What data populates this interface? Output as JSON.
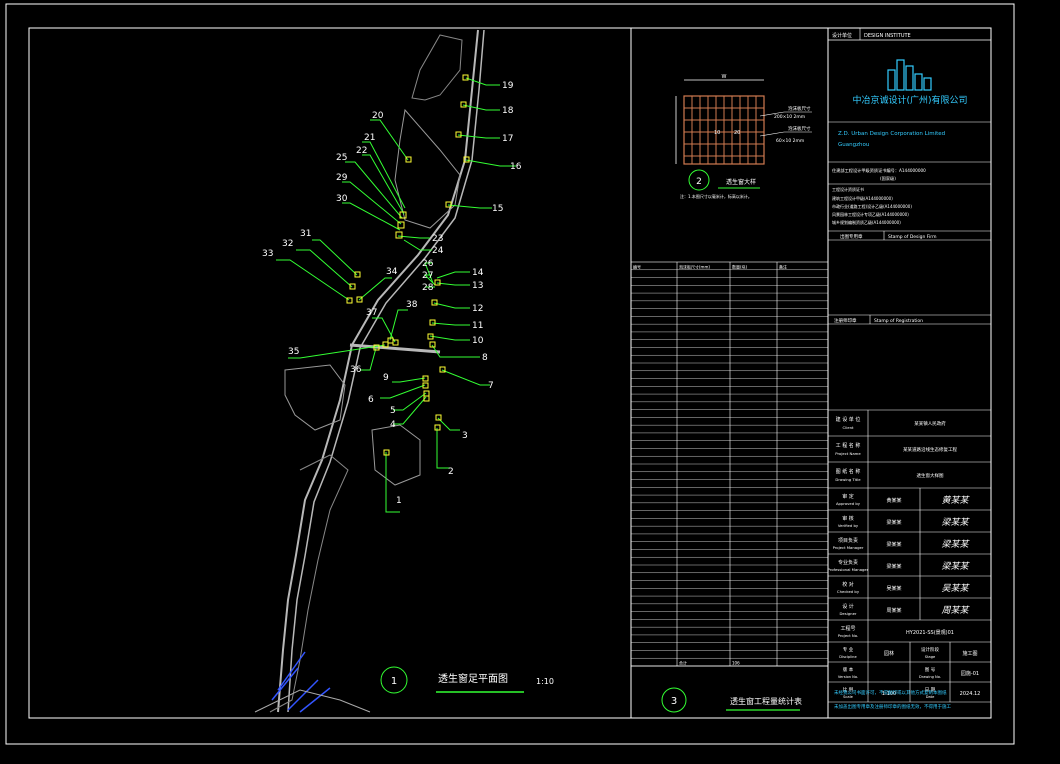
{
  "colors": {
    "background": "#000000",
    "frame": "#ffffff",
    "leader": "#33ff33",
    "marker": "#ffff33",
    "road": "#b8b8b8",
    "accent": "#33ccff",
    "table": "#ff5555",
    "water": "#3355ff"
  },
  "plan": {
    "number": "1",
    "title": "透生窗足平面图",
    "scale": "1:10",
    "labels": [
      "1",
      "2",
      "3",
      "4",
      "5",
      "6",
      "7",
      "8",
      "9",
      "10",
      "11",
      "12",
      "13",
      "14",
      "15",
      "16",
      "17",
      "18",
      "19",
      "20",
      "21",
      "22",
      "23",
      "24",
      "25",
      "26",
      "27",
      "28",
      "29",
      "30",
      "31",
      "32",
      "33",
      "34",
      "35",
      "36",
      "37",
      "38"
    ]
  },
  "detail": {
    "number": "2",
    "title": "透生窗大样",
    "dim_top": "W",
    "inner_labels": [
      "10",
      "20"
    ],
    "callout_1_line1": "泡沫板尺寸",
    "callout_1_line2": "200×10 2mm",
    "callout_2_line1": "泡沫板尺寸",
    "callout_2_line2": "60×10 2mm",
    "note": "注：1.本图尺寸以毫米计，标高以米计。"
  },
  "table_section": {
    "number": "3",
    "title": "透生窗工程量统计表",
    "headers": [
      "编号",
      "泡沫板尺寸(mm)",
      "数量(块)",
      "备注"
    ],
    "total_label": "合计",
    "total_value": "106"
  },
  "titleblock": {
    "header_cell": "设计单位",
    "header_value": "DESIGN INSTITUTE",
    "company_cn": "中冶京诚设计(广州)有限公司",
    "company_en_1": "Z.D. Urban Design Corporation Limited",
    "company_en_2": "Guangzhou",
    "cert_line1": "住建部工程设计甲级资质证书编号：A144000000",
    "cert_line2": "(国家级)",
    "cert_lines": [
      "工程设计资质证书",
      "建筑工程设计甲级(A144000000)",
      "市政行业(道路工程)设计乙级(A144000000)",
      "风景园林工程设计专项乙级(A144000000)",
      "城乡规划编制资质乙级(A144000000)"
    ],
    "stamp_design_label": "出图专用章",
    "stamp_design_en": "Stamp of Design Firm",
    "stamp_reg_label": "注册师印章",
    "stamp_reg_en": "Stamp of Registration",
    "rows": [
      {
        "cn": "建 设 单 位",
        "en": "Client",
        "value": "某某镇人民政府"
      },
      {
        "cn": "工 程 名 称",
        "en": "Project Name",
        "value": "某某道路沿线生态修复工程"
      },
      {
        "cn": "图 纸 名 称",
        "en": "Drawing Title",
        "value": "透生窗大样图"
      }
    ],
    "sign_rows": [
      {
        "cn": "审 定",
        "en": "Approved by",
        "name": "黄某某",
        "sig": "黄某某"
      },
      {
        "cn": "审 核",
        "en": "Verified by",
        "name": "梁某某",
        "sig": "梁某某"
      },
      {
        "cn": "项目负责",
        "en": "Project Manager",
        "name": "梁某某",
        "sig": "梁某某"
      },
      {
        "cn": "专业负责",
        "en": "Professional Manager",
        "name": "梁某某",
        "sig": "梁某某"
      },
      {
        "cn": "校 对",
        "en": "Checked by",
        "name": "吴某某",
        "sig": "吴某某"
      },
      {
        "cn": "设 计",
        "en": "Designer",
        "name": "周某某",
        "sig": "周某某"
      }
    ],
    "project_no_cn": "工程号",
    "project_no_en": "Project No.",
    "project_no_value": "HY2021-SS(景观)01",
    "disc_cn": "专 业",
    "disc_en": "Discipline",
    "disc_value": "园林",
    "stage_cn": "设计阶段",
    "stage_en": "Stage",
    "stage_value": "施工图",
    "ver_cn": "版 本",
    "ver_en": "Version No.",
    "ver_value": "",
    "dwg_cn": "图 号",
    "dwg_en": "Drawing No.",
    "dwg_value": "园施-01",
    "scale_cn": "比 例",
    "scale_en": "Scale",
    "scale_value": "1:100",
    "date_cn": "日 期",
    "date_en": "Date",
    "date_value": "2024.12",
    "note1": "未经我公司书面许可，不得翻印或以其他方式复制本图纸",
    "note2": "未加盖出图专用章及注册师印章的图纸无效，不得用于施工"
  }
}
